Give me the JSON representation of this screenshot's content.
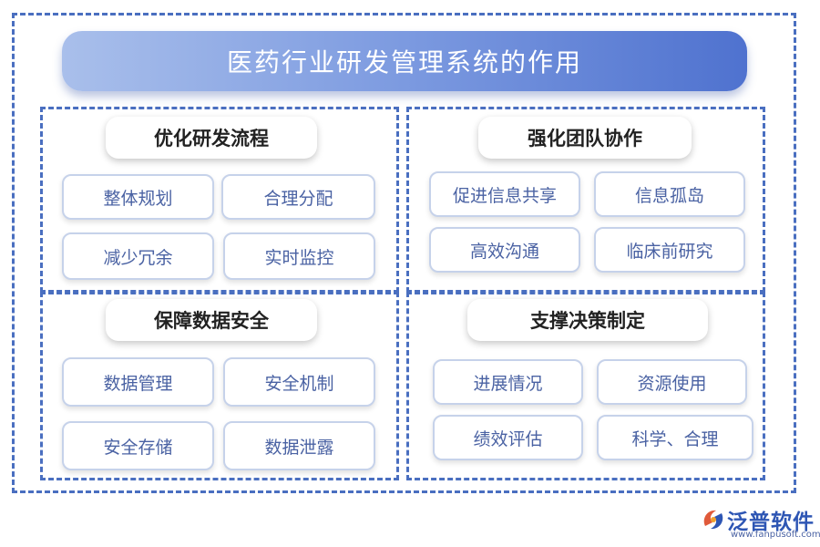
{
  "title": "医药行业研发管理系统的作用",
  "quadrants": [
    {
      "title": "优化研发流程",
      "items": [
        "整体规划",
        "合理分配",
        "减少冗余",
        "实时监控"
      ]
    },
    {
      "title": "强化团队协作",
      "items": [
        "促进信息共享",
        "信息孤岛",
        "高效沟通",
        "临床前研究"
      ]
    },
    {
      "title": "保障数据安全",
      "items": [
        "数据管理",
        "安全机制",
        "安全存储",
        "数据泄露"
      ]
    },
    {
      "title": "支撑决策制定",
      "items": [
        "进展情况",
        "资源使用",
        "绩效评估",
        "科学、合理"
      ]
    }
  ],
  "brand": {
    "name": "泛普软件",
    "url": "www.fanpusoft.com"
  },
  "colors": {
    "accent": "#4a6fc0",
    "pill_text": "#4a62a3",
    "brand": "#2e56b4"
  }
}
